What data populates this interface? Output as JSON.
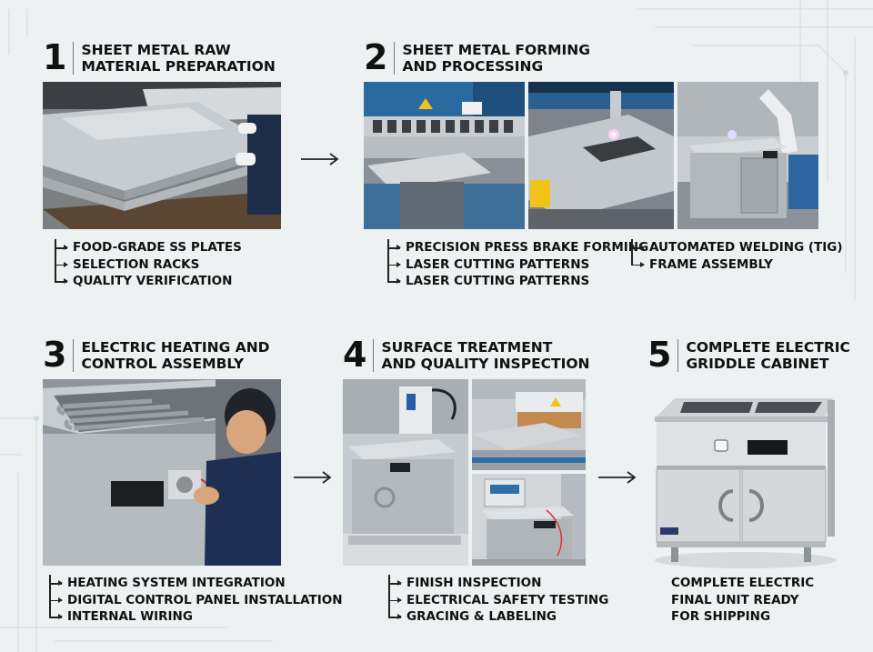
{
  "steps": [
    {
      "number": "1",
      "title": "SHEET METAL RAW\nMATERIAL PREPARATION",
      "bullets": [
        "FOOD-GRADE SS PLATES",
        "SELECTION RACKS",
        "QUALITY VERIFICATION"
      ]
    },
    {
      "number": "2",
      "title": "SHEET METAL FORMING\nAND PROCESSING",
      "bullets": [
        "PRECISION PRESS BRAKE FORMING",
        "LASER CUTTING PATTERNS",
        "LASER CUTTING PATTERNS"
      ],
      "bullets_extra": [
        "AUTOMATED WELDING (TIG)",
        "FRAME ASSEMBLY"
      ]
    },
    {
      "number": "3",
      "title": "ELECTRIC HEATING AND\nCONTROL ASSEMBLY",
      "bullets": [
        "HEATING SYSTEM INTEGRATION",
        "DIGITAL CONTROL PANEL INSTALLATION",
        "INTERNAL WIRING"
      ]
    },
    {
      "number": "4",
      "title": "SURFACE TREATMENT\nAND QUALITY INSPECTION",
      "bullets": [
        "FINISH INSPECTION",
        "ELECTRICAL SAFETY TESTING",
        "GRACING & LABELING"
      ]
    },
    {
      "number": "5",
      "title": "COMPLETE ELECTRIC\nGRIDDLE CABINET",
      "captions": [
        "COMPLETE ELECTRIC",
        "FINAL UNIT READY",
        "FOR SHIPPING"
      ]
    }
  ],
  "colors": {
    "background": "#eef1f2",
    "text": "#111111",
    "steel": "#b7bcc1",
    "machine_blue": "#2d6fa8"
  },
  "icons": [
    "arrow-right-icon",
    "tree-elbow-arrow-icon"
  ]
}
